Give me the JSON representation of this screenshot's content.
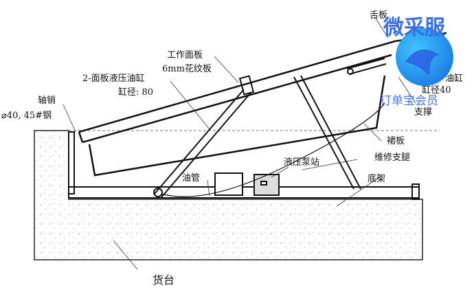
{
  "labels": {
    "work_panel": "工作面板",
    "panel_material": "6mm花纹板",
    "panel_cylinder": "2-面板液压油缸",
    "panel_cylinder_bore": "缸径: 80",
    "pivot_pin": "轴销",
    "pivot_pin_spec": "⌀40, 45#钢",
    "lip": "舌板",
    "lip_cylinder": "油缸",
    "lip_cylinder_bore": "缸径40",
    "brace": "支撑",
    "skirt": "裙板",
    "maintenance_leg": "维修支腿",
    "pump_station": "液压泵站",
    "oil_pipe": "油管",
    "base_frame": "底架",
    "dock": "货台"
  },
  "watermark": {
    "title": "微采服",
    "subtitle": "订单宝会员"
  },
  "colors": {
    "line": "#111111",
    "watermark": "#3a6fe0",
    "logo": "#2a9cf0"
  }
}
